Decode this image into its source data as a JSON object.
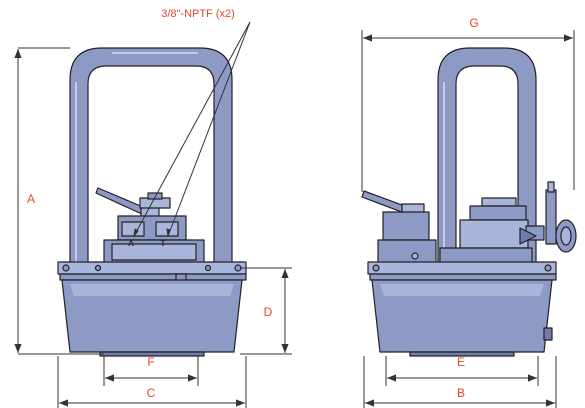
{
  "annotation": {
    "port_note": "3/8\"-NPTF (x2)"
  },
  "front_view": {
    "dims": {
      "a": "A",
      "c": "C",
      "d": "D",
      "f": "F"
    },
    "valve_ports": {
      "a": "A",
      "t": "T"
    }
  },
  "side_view": {
    "dims": {
      "b": "B",
      "e": "E",
      "g": "G"
    }
  },
  "colors": {
    "label": "#e8472b",
    "outline": "#222222",
    "fill_body": "#8d9ac6",
    "fill_light": "#aab5dc",
    "fill_dark": "#6f7cac",
    "dim_line": "#333333"
  }
}
